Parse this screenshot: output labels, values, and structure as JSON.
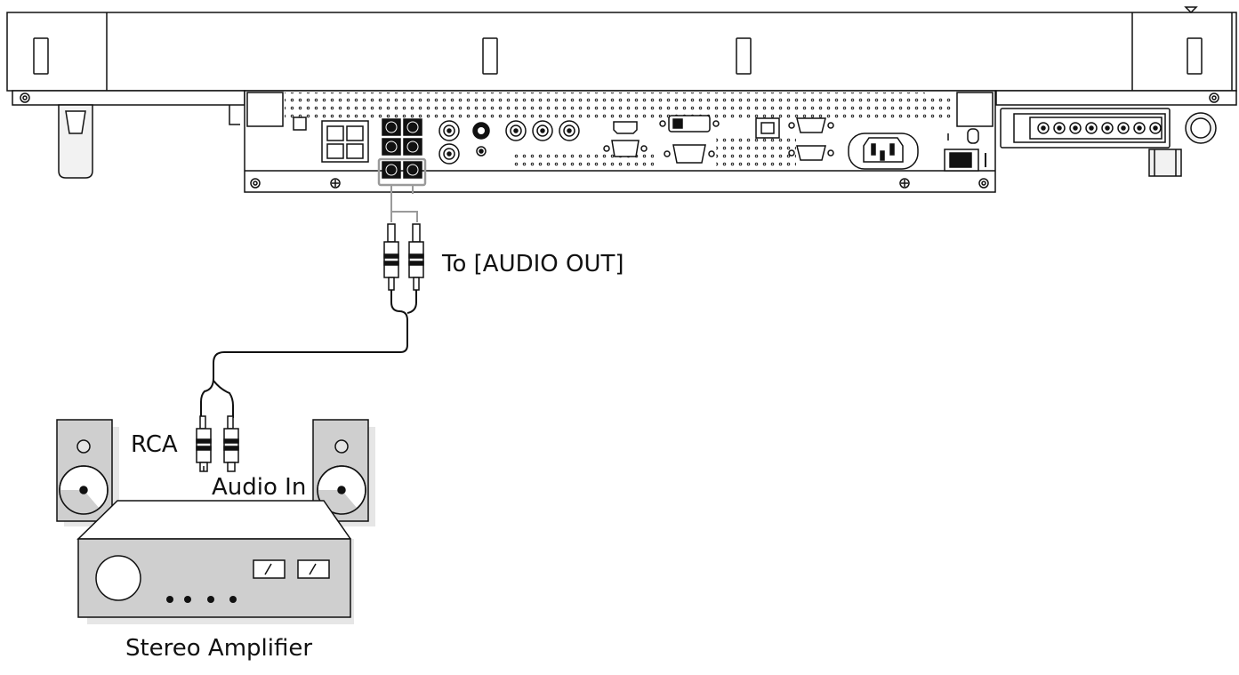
{
  "labels": {
    "audio_out": "To [AUDIO OUT]",
    "rca": "RCA",
    "audio_in": "Audio In",
    "amplifier": "Stereo Amplifier"
  },
  "colors": {
    "line": "#111111",
    "panel_gray": "#f2f2f2",
    "device_gray": "#cfcfcf",
    "highlight_gray": "#9a9a9a"
  },
  "icons": {
    "monitor": "monitor-rear-panel",
    "rca_plug": "rca-plug-pair",
    "speaker": "speaker-cabinet",
    "amplifier": "stereo-amplifier-unit"
  }
}
